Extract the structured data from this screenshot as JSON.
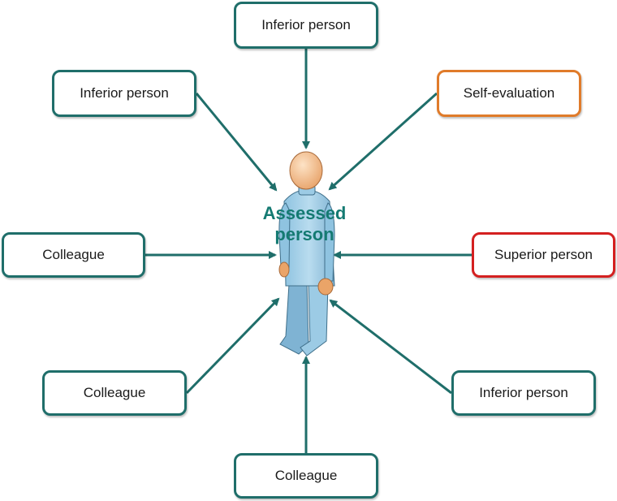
{
  "center": {
    "label": "Assessed\nperson"
  },
  "colors": {
    "default_border": "#1f6e6a",
    "arrow": "#1f6e6a",
    "self_evaluation_border": "#e07b2a",
    "superior_border": "#d42020",
    "center_text": "#147a72"
  },
  "nodes": [
    {
      "id": "top",
      "label": "Inferior person",
      "border": "#1f6e6a"
    },
    {
      "id": "top-left",
      "label": "Inferior person",
      "border": "#1f6e6a"
    },
    {
      "id": "top-right",
      "label": "Self-evaluation",
      "border": "#e07b2a"
    },
    {
      "id": "left",
      "label": "Colleague",
      "border": "#1f6e6a"
    },
    {
      "id": "right",
      "label": "Superior person",
      "border": "#d42020"
    },
    {
      "id": "bottom-left",
      "label": "Colleague",
      "border": "#1f6e6a"
    },
    {
      "id": "bottom-right",
      "label": "Inferior person",
      "border": "#1f6e6a"
    },
    {
      "id": "bottom",
      "label": "Colleague",
      "border": "#1f6e6a"
    }
  ]
}
